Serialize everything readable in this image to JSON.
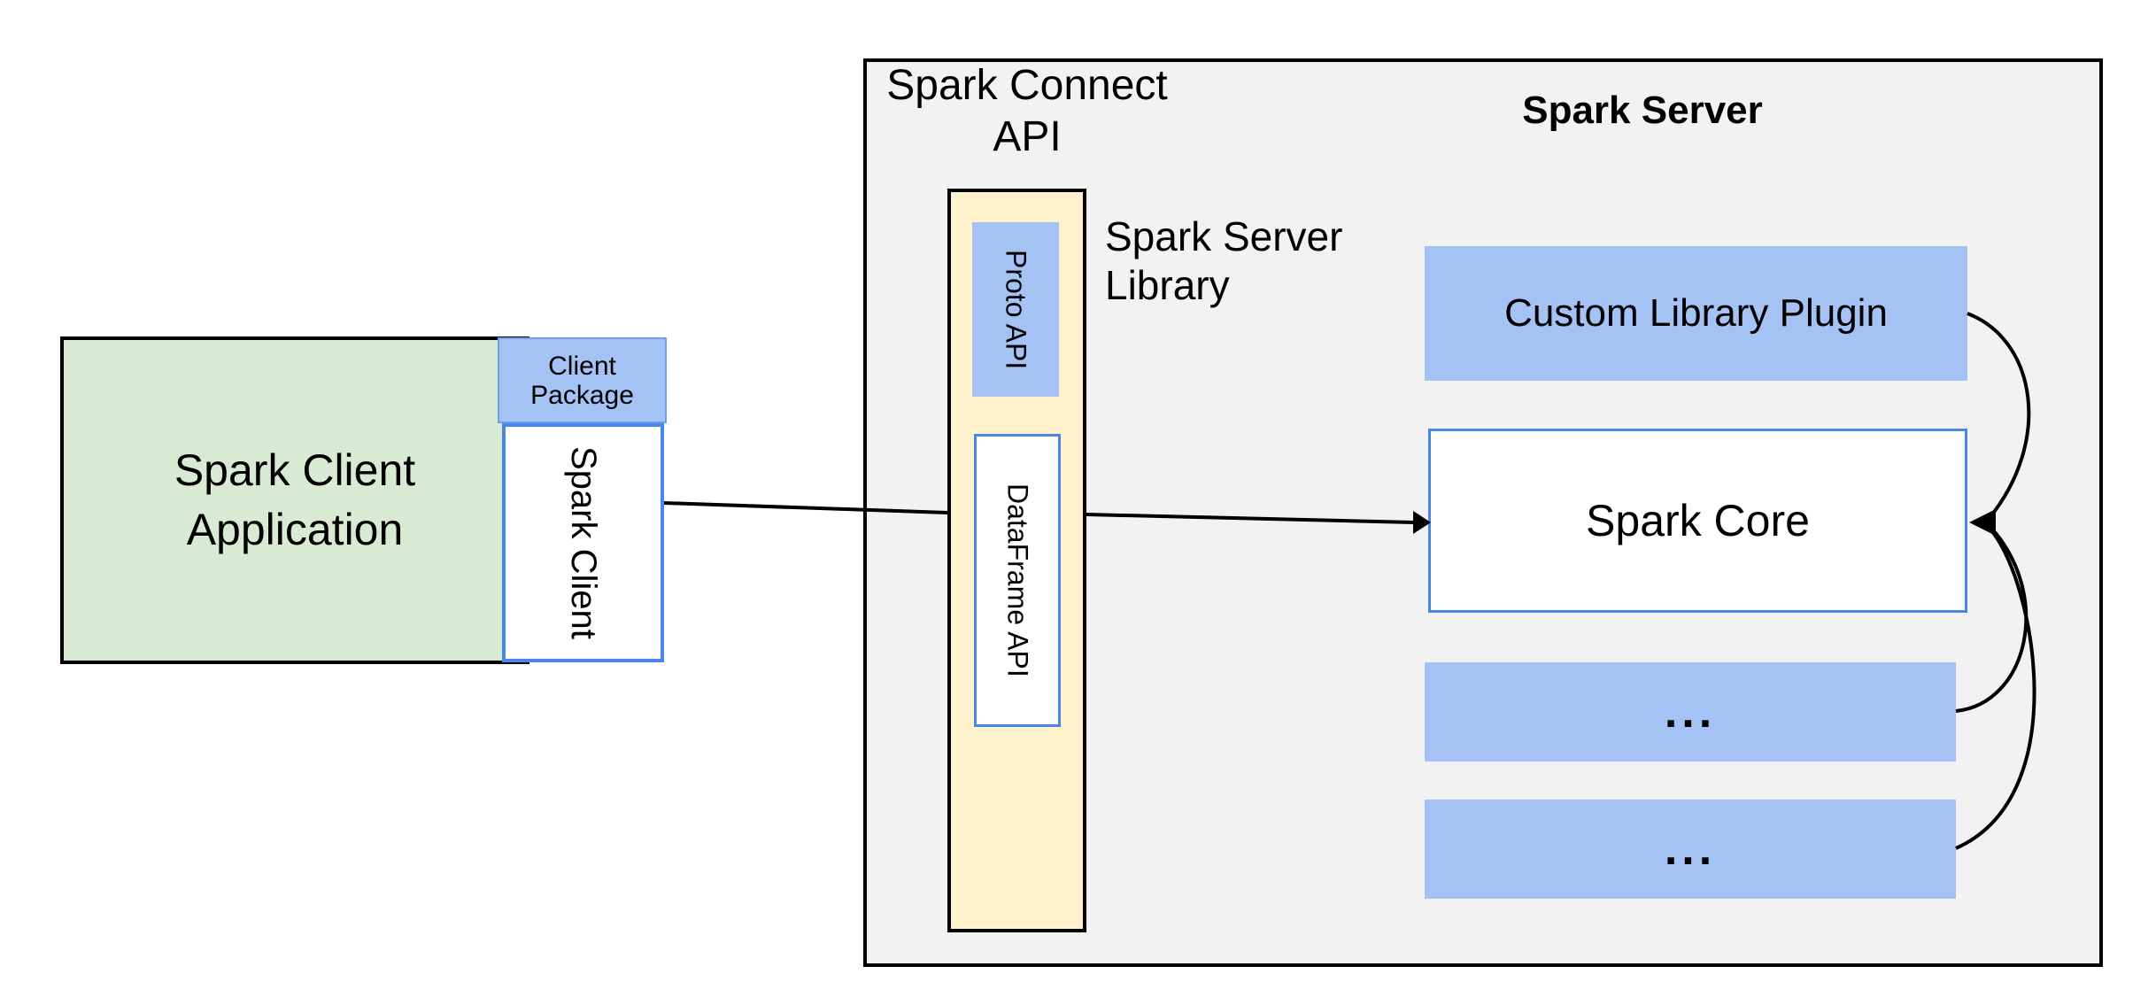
{
  "client": {
    "application_label": "Spark Client Application",
    "package_label_line1": "Client",
    "package_label_line2": "Package",
    "spark_client_label": "Spark Client"
  },
  "connect_api": {
    "label_line1": "Spark Connect",
    "label_line2": "API",
    "proto_api_label": "Proto API",
    "dataframe_api_label": "DataFrame API",
    "server_library_label_line1": "Spark Server",
    "server_library_label_line2": "Library"
  },
  "server": {
    "title": "Spark Server",
    "custom_plugin_label": "Custom Library Plugin",
    "spark_core_label": "Spark Core",
    "placeholder_box_1_label": "...",
    "placeholder_box_2_label": "..."
  },
  "colors": {
    "client_app_fill": "#d9ead3",
    "accent_blue_fill": "#a4c2f4",
    "accent_blue_border": "#4a86e8",
    "library_fill": "#fff2cc",
    "server_fill": "#f2f2f2",
    "line_color": "#000000"
  }
}
